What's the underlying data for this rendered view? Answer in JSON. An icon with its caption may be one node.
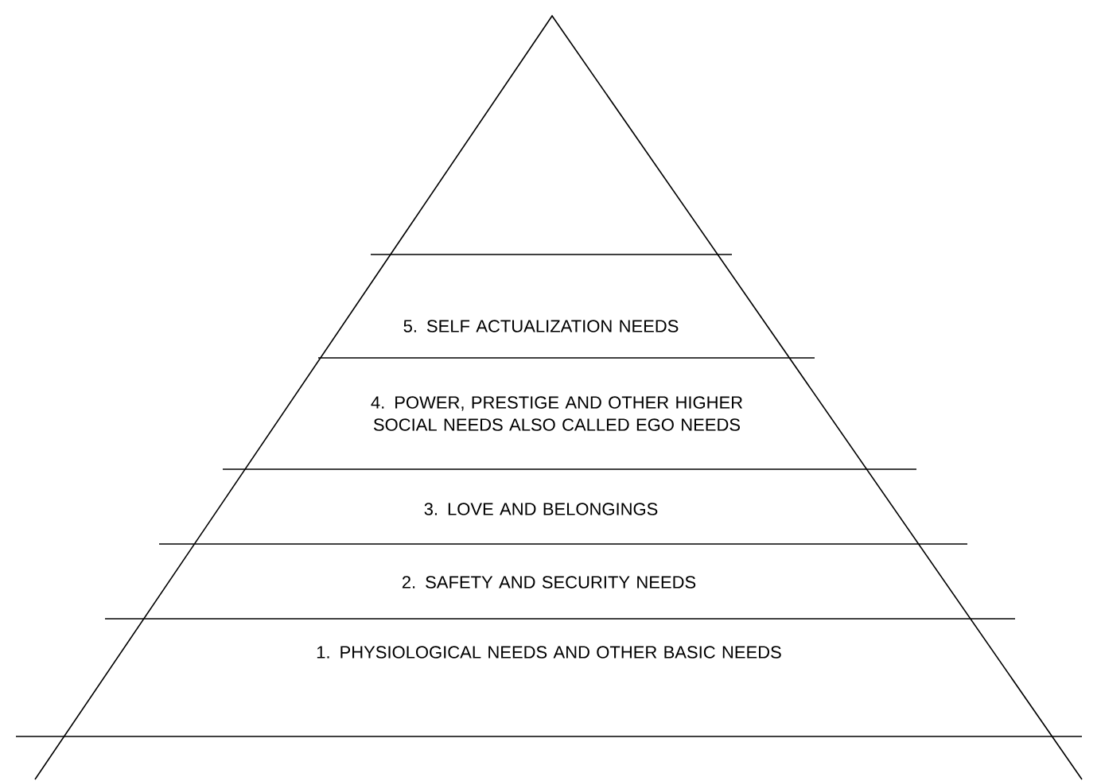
{
  "diagram": {
    "nodes": [
      {
        "text": [
          "5. SELF ACTUALIZATION NEEDS"
        ]
      },
      {
        "text": [
          "4. POWER, PRESTIGE AND OTHER HIGHER SOCIAL NEEDS ALSO CALLED EGO NEEDS"
        ]
      },
      {
        "text": [
          "3. LOVE AND BELONGINGS"
        ]
      },
      {
        "text": [
          "2. SAFETY AND SECURITY NEEDS"
        ]
      },
      {
        "text": [
          "1. PHYSIOLOGICAL NEEDS AND OTHER BASIC NEEDS"
        ]
      }
    ]
  }
}
